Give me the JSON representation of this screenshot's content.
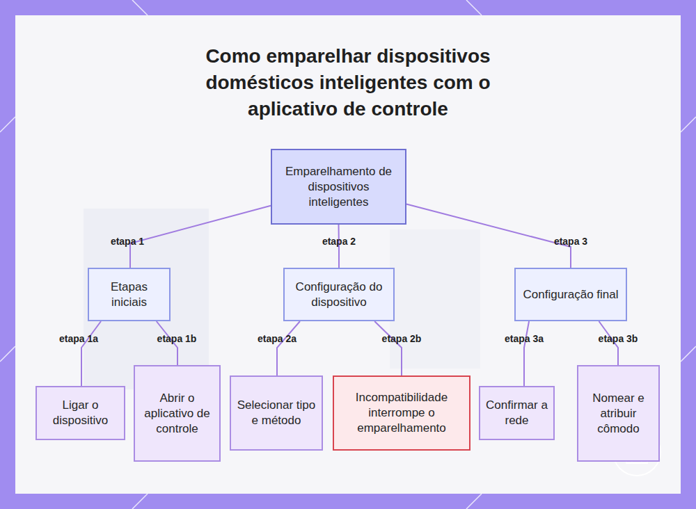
{
  "diagram": {
    "title": "Como emparelhar dispositivos domésticos inteligentes com o aplicativo de controle",
    "nodes": [
      {
        "text": [
          "Emparelhamento de dispositivos inteligentes"
        ]
      },
      {
        "text": [
          "Etapas iniciais"
        ]
      },
      {
        "text": [
          "Configuração do dispositivo"
        ]
      },
      {
        "text": [
          "Configuração final"
        ]
      },
      {
        "text": [
          "Ligar o dispositivo"
        ]
      },
      {
        "text": [
          "Abrir o aplicativo de controle"
        ]
      },
      {
        "text": [
          "Selecionar tipo e método"
        ]
      },
      {
        "text": [
          "Incompatibilidade interrompe o emparelhamento"
        ]
      },
      {
        "text": [
          "Confirmar a rede"
        ]
      },
      {
        "text": [
          "Nomear e atribuir cômodo"
        ]
      }
    ],
    "edges": [
      {
        "from": 0,
        "to": 1,
        "label": "etapa 1",
        "arrow": "none"
      },
      {
        "from": 0,
        "to": 2,
        "label": "etapa 2",
        "arrow": "none"
      },
      {
        "from": 0,
        "to": 3,
        "label": "etapa 3",
        "arrow": "none"
      },
      {
        "from": 1,
        "to": 4,
        "label": "etapa 1a",
        "arrow": "none"
      },
      {
        "from": 1,
        "to": 5,
        "label": "etapa 1b",
        "arrow": "none"
      },
      {
        "from": 2,
        "to": 6,
        "label": "etapa 2a",
        "arrow": "none"
      },
      {
        "from": 2,
        "to": 7,
        "label": "etapa 2b",
        "arrow": "none"
      },
      {
        "from": 3,
        "to": 8,
        "label": "etapa 3a",
        "arrow": "none"
      },
      {
        "from": 3,
        "to": 9,
        "label": "etapa 3b",
        "arrow": "none"
      }
    ]
  }
}
